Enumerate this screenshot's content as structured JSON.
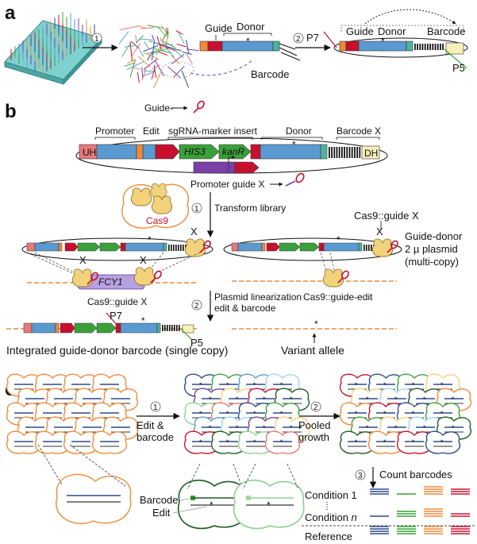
{
  "panels": {
    "a": "a",
    "b": "b",
    "c": "c"
  },
  "steps": {
    "one": "1",
    "two": "2",
    "three": "3"
  },
  "panel_a": {
    "guide": "Guide",
    "donor": "Donor",
    "star": "*",
    "barcode": "Barcode",
    "p7": "P7",
    "p5": "P5"
  },
  "panel_b": {
    "guide_legend": "Guide-",
    "promoter": "Promoter",
    "edit": "Edit",
    "insert": "sgRNA-marker insert",
    "donor": "Donor",
    "barcode_x": "Barcode X",
    "uh": "UH",
    "dh": "DH",
    "his3": "HIS3",
    "kanr": "kanR",
    "star": "*",
    "promoter_guide": "Promoter guide X",
    "cas9": "Cas9",
    "transform": "Transform library",
    "cas9_guide_x_top": "Cas9::guide X",
    "x": "X",
    "plasmid_line1": "Guide-donor",
    "plasmid_line2": "2 µ plasmid",
    "plasmid_line3": "(multi-copy)",
    "fcy1": "FCY1",
    "cas9_guide_x_bottom": "Cas9::guide X",
    "cas9_guide_edit": "Cas9::guide-edit",
    "linearization_line1": "Plasmid linearization",
    "linearization_line2": "edit & barcode",
    "p7": "P7",
    "p5": "P5",
    "integrated": "Integrated guide-donor barcode (single copy)",
    "variant": "Variant allele"
  },
  "panel_c": {
    "edit_barcode_line1": "Edit &",
    "edit_barcode_line2": "barcode",
    "pooled_line1": "Pooled",
    "pooled_line2": "growth",
    "count_barcodes": "Count barcodes",
    "condition1": "Condition 1",
    "condition_n": "Condition ",
    "n": "n",
    "reference": "Reference",
    "barcode": "Barcode",
    "edit": "Edit",
    "star": "*"
  },
  "colors": {
    "blue": "#5a9ad0",
    "red": "#c8102e",
    "green": "#3aa13a",
    "purple": "#7b3fa8",
    "orange": "#ef8a3a",
    "salmon": "#e8787c",
    "teal": "#4fb39a",
    "cream": "#f6f0b8",
    "cas9": "#f2d27a"
  }
}
